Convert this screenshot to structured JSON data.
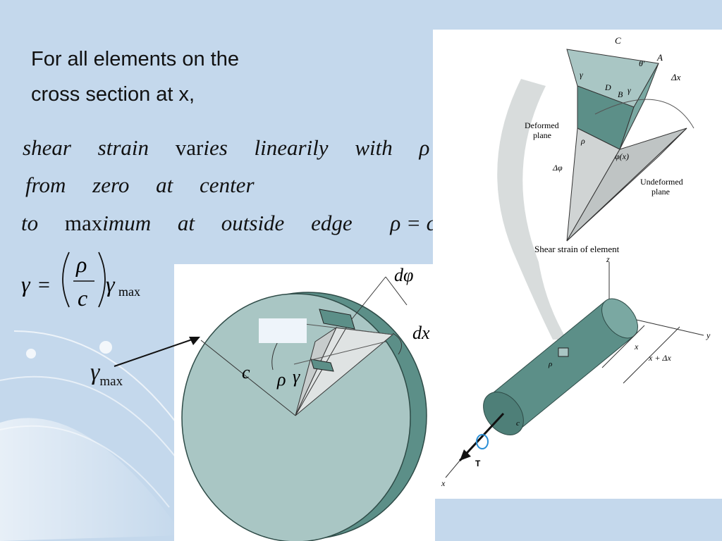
{
  "heading": {
    "line1": "For all elements on the",
    "line2": "cross section at x,"
  },
  "statement": {
    "line1": {
      "w1": "shear",
      "w2": "strain",
      "w3a": "var",
      "w3b": "ies",
      "w4": "linearily",
      "w5": "with",
      "w6": "ρ"
    },
    "line2": {
      "w1": "from",
      "w2": "zero",
      "w3": "at",
      "w4": "center"
    },
    "line3": {
      "w1": "to",
      "w2a": "max",
      "w2b": "imum",
      "w3": "at",
      "w4": "outside",
      "w5": "edge",
      "eq": "ρ = c"
    }
  },
  "formula": {
    "gamma": "γ",
    "equals": "=",
    "numerator": "ρ",
    "denominator": "c",
    "gamma2": "γ",
    "subscript": "max"
  },
  "gamma_max_label": {
    "symbol": "γ",
    "subscript": "max"
  },
  "disk_figure": {
    "label_dphi": "dφ",
    "label_dx": "dx",
    "label_c": "c",
    "label_rho": "ρ",
    "label_gamma": "γ"
  },
  "shaft_figure": {
    "label_C": "C",
    "label_A": "A",
    "label_theta": "θ′",
    "label_gamma_top": "γ",
    "label_D": "D",
    "label_B": "B",
    "label_gamma_b": "γ",
    "label_dx": "Δx",
    "label_deformed": "Deformed",
    "label_deformed2": "plane",
    "label_rho": "ρ",
    "label_phix": "φ(x)",
    "label_dphi": "Δφ",
    "label_undeformed": "Undeformed",
    "label_undeformed2": "plane",
    "caption": "Shear strain of element",
    "label_z": "z",
    "label_y": "y",
    "label_x_dim": "x",
    "label_x_plus": "x + Δx",
    "label_rho_small": "ρ",
    "label_c": "c",
    "label_T": "T",
    "label_x_axis": "x"
  },
  "colors": {
    "background": "#c4d8ec",
    "teal": "#5c8f88",
    "teal_light": "#a9c6c4",
    "teal_dark": "#3f6f69"
  }
}
